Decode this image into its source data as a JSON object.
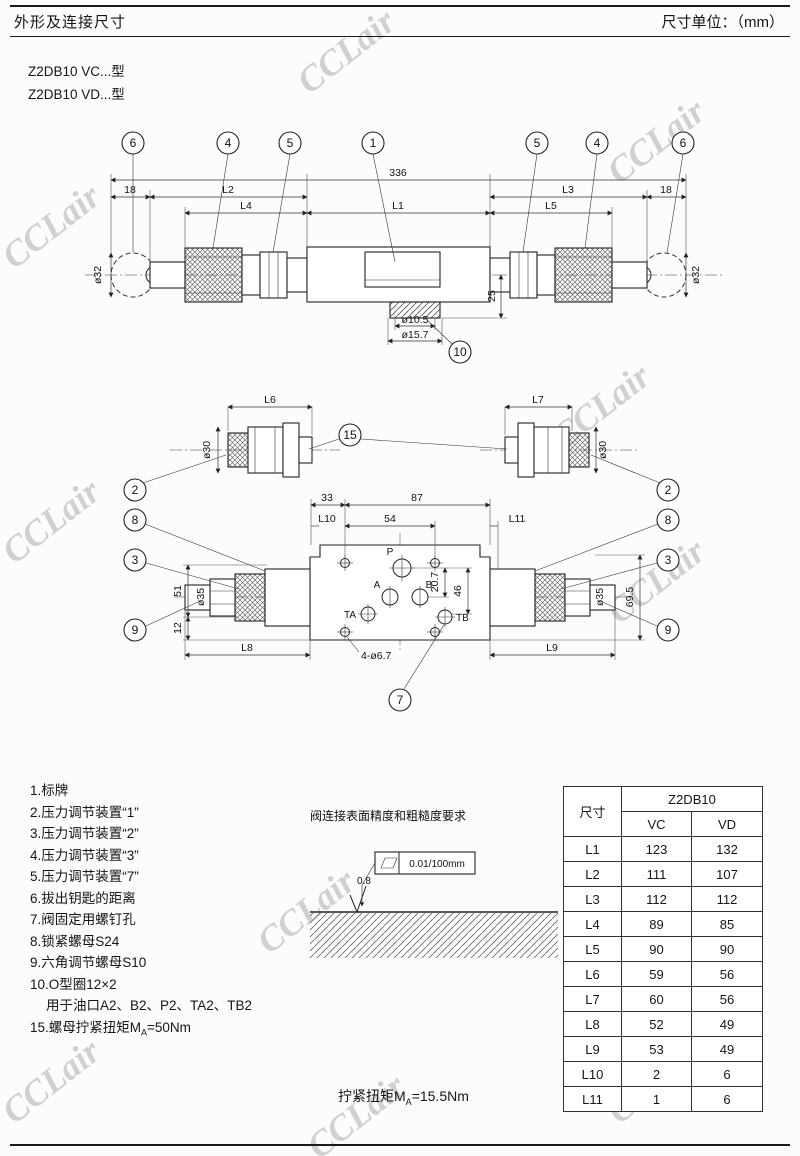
{
  "header": {
    "title": "外形及连接尺寸",
    "unit": "尺寸单位：（mm）"
  },
  "models": [
    "Z2DB10  VC...型",
    "Z2DB10  VD...型"
  ],
  "watermark": "CCLair",
  "drawing1": {
    "balloons": {
      "b6l": "6",
      "b4l": "4",
      "b5l": "5",
      "b1": "1",
      "b5r": "5",
      "b4r": "4",
      "b6r": "6",
      "b10": "10"
    },
    "dims": {
      "total": "336",
      "d18l": "18",
      "d18r": "18",
      "L2": "L2",
      "L3": "L3",
      "L4": "L4",
      "L1": "L1",
      "L5": "L5",
      "dia32l": "ø32",
      "dia32r": "ø32",
      "d25": "25",
      "dia105": "ø10.5",
      "dia157": "ø15.7"
    }
  },
  "drawing2": {
    "balloons": {
      "b2l": "2",
      "b2r": "2",
      "b15": "15",
      "b8l": "8",
      "b8r": "8",
      "b3l": "3",
      "b3r": "3",
      "b9l": "9",
      "b9r": "9",
      "b7": "7"
    },
    "dims": {
      "L6": "L6",
      "L7": "L7",
      "dia30l": "ø30",
      "dia30r": "ø30",
      "d33": "33",
      "d87": "87",
      "L10": "L10",
      "d54": "54",
      "L11": "L11",
      "d51": "51",
      "dia35l": "ø35",
      "d12": "12",
      "d207": "20.7",
      "d46": "46",
      "dia35r": "ø35",
      "d695": "69.5",
      "L8": "L8",
      "L9": "L9",
      "holes": "4-ø6.7"
    },
    "ports": {
      "p": "P",
      "a": "A",
      "b": "B",
      "ta": "TA",
      "tb": "TB"
    }
  },
  "notes": [
    "1.标牌",
    "2.压力调节装置“1”",
    "3.压力调节装置“2”",
    "4.压力调节装置“3”",
    "5.压力调节装置“7”",
    "6.拔出钥匙的距离",
    "7.阀固定用螺钉孔",
    "8.锁紧螺母S24",
    "9.六角调节螺母S10",
    "10.O型圈12×2",
    "用于油口A2、B2、P2、TA2、TB2"
  ],
  "note15": {
    "prefix": "15.螺母拧紧扭矩M",
    "sub": "A",
    "suffix": "=50Nm"
  },
  "surface": {
    "title": "阀连接表面精度和粗糙度要求",
    "flatness": "0.01/100mm",
    "roughness": "0.8"
  },
  "torque": {
    "prefix": "拧紧扭矩M",
    "sub": "A",
    "suffix": "=15.5Nm"
  },
  "table": {
    "dim_header": "尺寸",
    "model": "Z2DB10",
    "variants": [
      "VC",
      "VD"
    ],
    "rows": [
      {
        "label": "L1",
        "vc": "123",
        "vd": "132"
      },
      {
        "label": "L2",
        "vc": "111",
        "vd": "107"
      },
      {
        "label": "L3",
        "vc": "112",
        "vd": "112"
      },
      {
        "label": "L4",
        "vc": "89",
        "vd": "85"
      },
      {
        "label": "L5",
        "vc": "90",
        "vd": "90"
      },
      {
        "label": "L6",
        "vc": "59",
        "vd": "56"
      },
      {
        "label": "L7",
        "vc": "60",
        "vd": "56"
      },
      {
        "label": "L8",
        "vc": "52",
        "vd": "49"
      },
      {
        "label": "L9",
        "vc": "53",
        "vd": "49"
      },
      {
        "label": "L10",
        "vc": "2",
        "vd": "6"
      },
      {
        "label": "L11",
        "vc": "1",
        "vd": "6"
      }
    ]
  }
}
